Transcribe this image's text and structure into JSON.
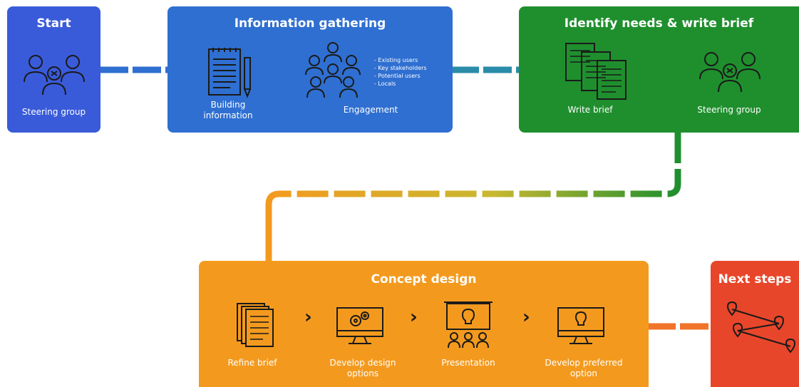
{
  "start": {
    "title": "Start",
    "label": "Steering group"
  },
  "info": {
    "title": "Information gathering",
    "building_label": "Building information",
    "engagement_label": "Engagement",
    "bullets": [
      "- Existing users",
      "- Key stakeholders",
      "- Potential users",
      "- Locals"
    ]
  },
  "identify": {
    "title": "Identify needs & write brief",
    "write_label": "Write brief",
    "steering_label": "Steering group"
  },
  "concept": {
    "title": "Concept design",
    "steps": [
      "Refine brief",
      "Develop design options",
      "Presentation",
      "Develop preferred option"
    ],
    "chevron": "›"
  },
  "next": {
    "title": "Next steps"
  },
  "colors": {
    "blue": "#2f6fd1",
    "darkblue": "#3a5bd9",
    "green": "#1f8f2e",
    "orange": "#f39a1e",
    "red": "#e8462a",
    "icon": "#1a1a1a"
  },
  "icons": [
    "people-group-icon",
    "notepad-pencil-icon",
    "crowd-icon",
    "documents-icon",
    "stacked-pages-icon",
    "monitor-gears-icon",
    "presentation-board-icon",
    "monitor-bulb-icon",
    "route-map-icon"
  ]
}
